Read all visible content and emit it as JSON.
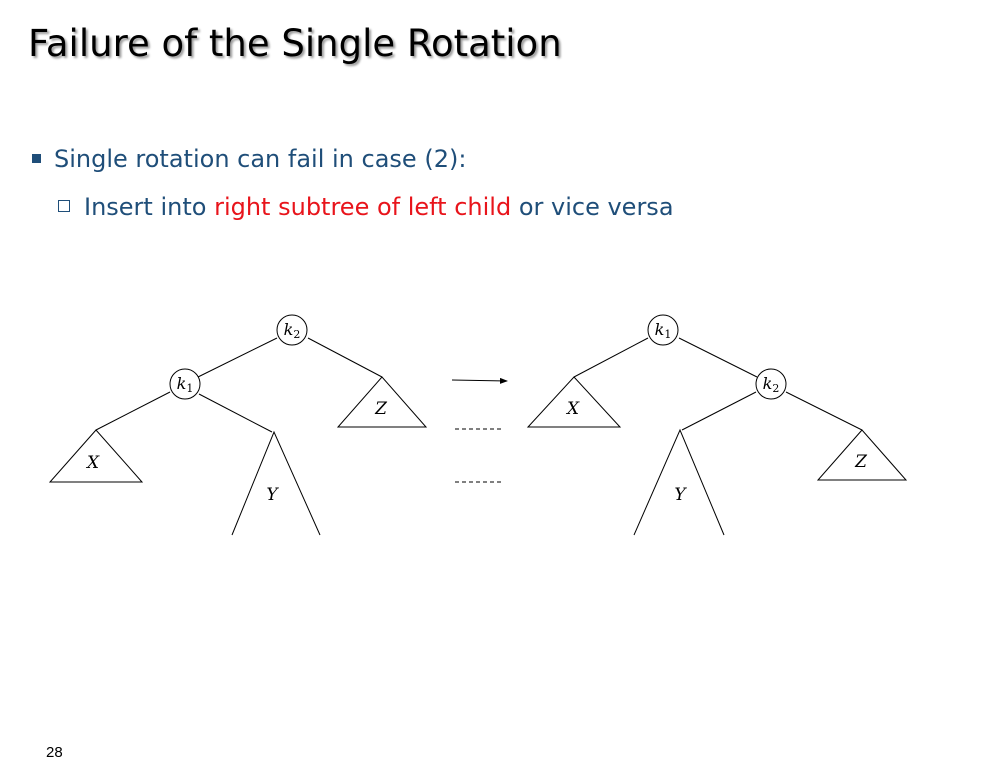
{
  "slide": {
    "title": "Failure of the Single Rotation",
    "page_number": "28"
  },
  "bullets": {
    "main": "Single rotation can fail in case (2):",
    "sub_prefix": "Insert into ",
    "sub_highlight": "right subtree of left child",
    "sub_suffix": " or vice versa"
  },
  "colors": {
    "bullet_text": "#1f4e79",
    "highlight": "#e8141b"
  },
  "diagram": {
    "left_tree": {
      "root": "k2",
      "child": "k1",
      "subtrees": [
        "X",
        "Y",
        "Z"
      ]
    },
    "right_tree": {
      "root": "k1",
      "child": "k2",
      "subtrees": [
        "X",
        "Y",
        "Z"
      ]
    }
  }
}
